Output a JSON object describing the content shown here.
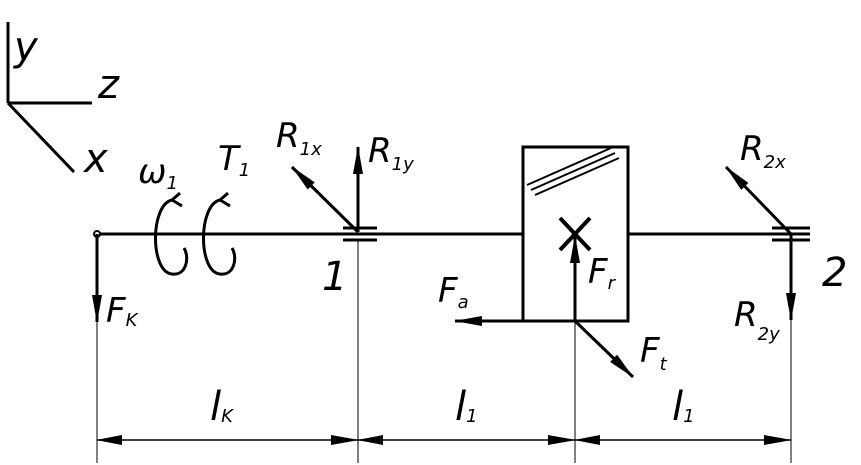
{
  "axes": {
    "y": "y",
    "z": "z",
    "x": "x"
  },
  "rotation": {
    "omega": "ω",
    "omega_sub": "1",
    "torque": "T",
    "torque_sub": "1"
  },
  "forces": {
    "Fk": {
      "main": "F",
      "sub": "K"
    },
    "R1x": {
      "main": "R",
      "sub": "1x"
    },
    "R1y": {
      "main": "R",
      "sub": "1y"
    },
    "R2x": {
      "main": "R",
      "sub": "2x"
    },
    "R2y": {
      "main": "R",
      "sub": "2y"
    },
    "Fa": {
      "main": "F",
      "sub": "a"
    },
    "Fr": {
      "main": "F",
      "sub": "r"
    },
    "Ft": {
      "main": "F",
      "sub": "t"
    }
  },
  "supports": {
    "s1": "1",
    "s2": "2"
  },
  "dimensions": {
    "dim1": {
      "main": "l",
      "sub": "K"
    },
    "dim2": {
      "main": "l",
      "sub": "1"
    },
    "dim3": {
      "main": "l",
      "sub": "1"
    }
  }
}
